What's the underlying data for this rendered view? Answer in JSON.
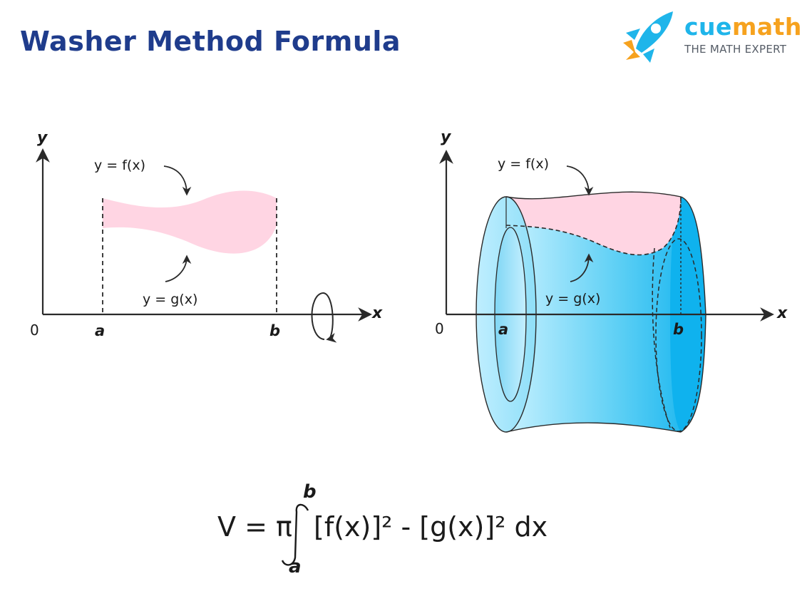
{
  "title": "Washer Method Formula",
  "logo": {
    "brand_part1": "cue",
    "brand_part2": "math",
    "tagline": "THE MATH EXPERT",
    "colors": {
      "blue": "#1fb5ea",
      "orange": "#f6a21e"
    }
  },
  "left_figure": {
    "y_axis": "y",
    "x_axis": "x",
    "origin": "0",
    "a": "a",
    "b": "b",
    "f_label": "y = f(x)",
    "g_label": "y = g(x)",
    "region_color": "#ffd5e3"
  },
  "right_figure": {
    "y_axis": "y",
    "x_axis": "x",
    "origin": "0",
    "a": "a",
    "b": "b",
    "f_label": "y = f(x)",
    "g_label": "y = g(x)",
    "solid_color": "#1cb8ee"
  },
  "formula": {
    "lhs": "V = π",
    "upper": "b",
    "lower": "a",
    "integrand": "[f(x)]² - [g(x)]² dx"
  },
  "colors": {
    "title": "#1f3c8c"
  }
}
